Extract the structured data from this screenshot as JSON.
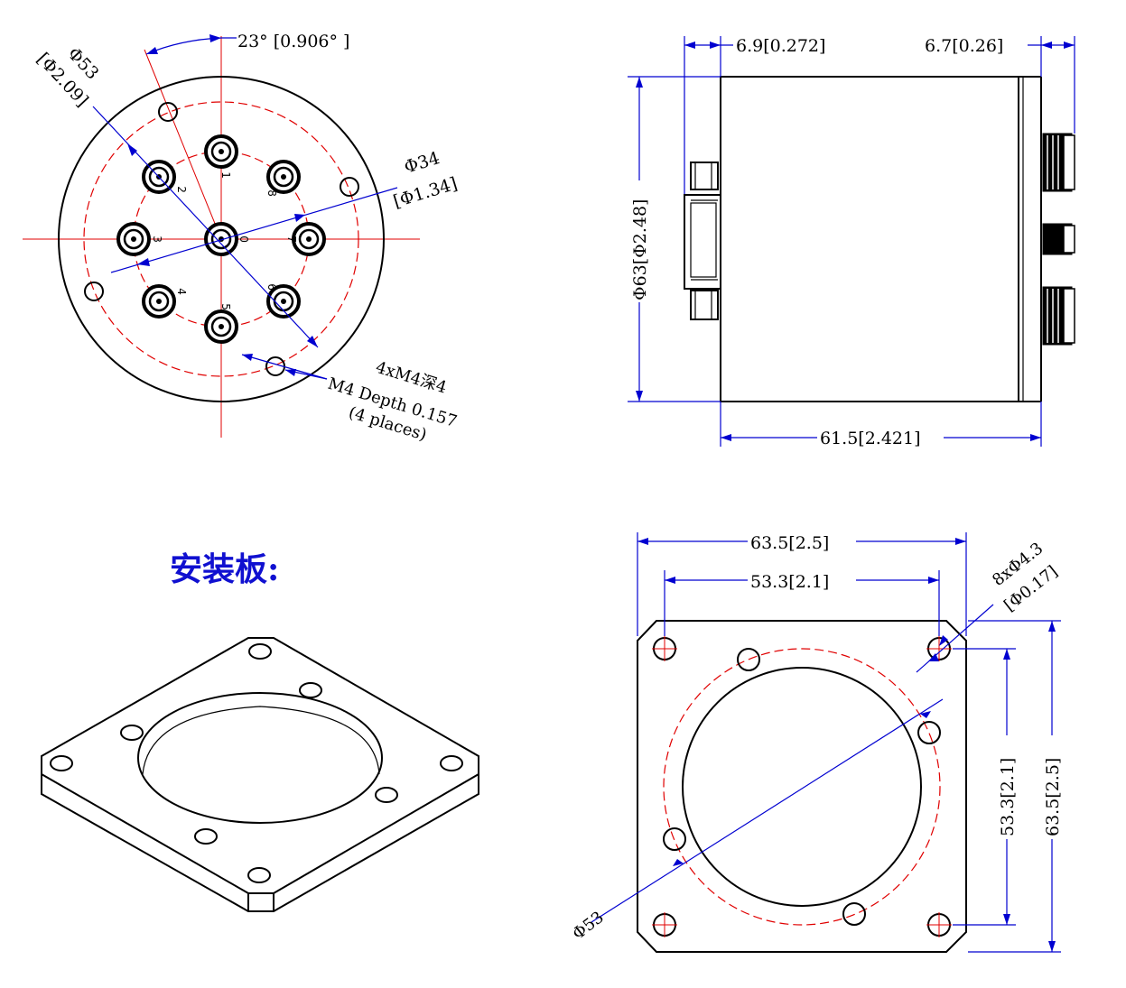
{
  "front_view": {
    "angle_dim": "23° [0.906° ]",
    "bolt_circle_dim": "Φ53",
    "bolt_circle_dim_in": "[Φ2.09]",
    "pin_circle_dim": "Φ34",
    "pin_circle_dim_in": "[Φ1.34]",
    "thread_note_cn": "4xM4深4",
    "thread_note_en": "M4 Depth 0.157",
    "thread_note_places": "(4 places)",
    "pin_labels": [
      "0",
      "1",
      "2",
      "3",
      "4",
      "5",
      "6",
      "7",
      "8"
    ]
  },
  "side_view": {
    "left_offset": "6.9[0.272]",
    "right_offset": "6.7[0.26]",
    "diameter": "Φ63[Φ2.48]",
    "length": "61.5[2.421]"
  },
  "mount_plate": {
    "title": "安装板:"
  },
  "plate_top_view": {
    "outer_width": "63.5[2.5]",
    "hole_spacing_w": "53.3[2.1]",
    "hole_note": "8xΦ4.3",
    "hole_note_in": "[Φ0.17]",
    "hole_spacing_h": "53.3[2.1]",
    "outer_height": "63.5[2.5]",
    "circle_dim": "Φ53"
  },
  "colors": {
    "dimension": "#0000d0",
    "centerline": "#e00000",
    "title": "#1010d0"
  }
}
